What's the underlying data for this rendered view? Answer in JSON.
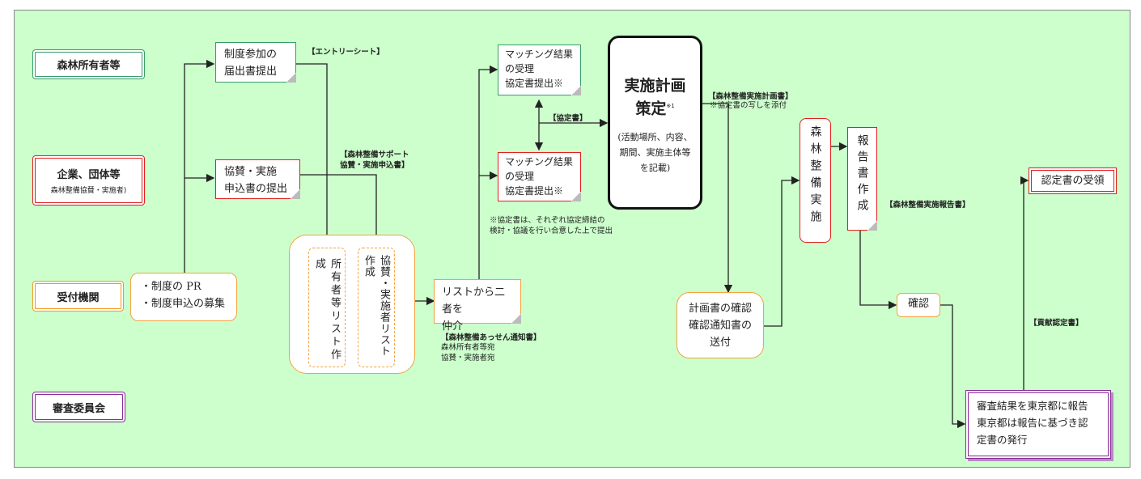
{
  "roles": {
    "forest_owners": "森林所有者等",
    "companies": "企業、団体等",
    "companies_sub": "森林整備協賛・実施者)",
    "reception": "受付機関",
    "committee": "審査委員会"
  },
  "boxes": {
    "owner_notice": [
      "制度参加の",
      "届出書提出"
    ],
    "sponsor_application": [
      "協賛・実施",
      "申込書の提出"
    ],
    "pr": [
      "・制度の PR",
      "・制度申込の募集"
    ],
    "list_owner": "所有者等リスト作成",
    "list_sponsor": "協賛・実施者リスト作成",
    "mediate": [
      "リストから二者を",
      "仲介"
    ],
    "match_upper": [
      "マッチング結果",
      "の受理",
      "協定書提出※"
    ],
    "match_lower": [
      "マッチング結果",
      "の受理",
      "協定書提出※"
    ],
    "plan_title": [
      "実施計画",
      "策定"
    ],
    "plan_title_mark": "※1",
    "plan_detail": [
      "(活動場所、内容、",
      "期間、実施主体等",
      "を記載)"
    ],
    "plan_confirm": [
      "計画書の確認",
      "確認通知書の",
      "送付"
    ],
    "forest_work": "森林整備実施",
    "report": "報告書作成",
    "check": "確認",
    "result": [
      "審査結果を東京都に報告",
      "東京都は報告に基づき認",
      "定書の発行"
    ],
    "receive_cert": "認定書の受領"
  },
  "labels": {
    "entry_sheet": "【エントリーシート】",
    "support_apply": [
      "【森林整備サポート",
      "協賛・実施申込書】"
    ],
    "agreement": "【協定書】",
    "plan_doc": "【森林整備実施計画書】",
    "plan_doc_note": "※協定書の写しを添付",
    "mediation_notice": "【森林整備あっせん通知書】",
    "mediation_to": [
      "森林所有者等宛",
      "協賛・実施者宛"
    ],
    "report_doc": "【森林整備実施報告書】",
    "contribution_cert": "【貢献認定書】",
    "agreement_note": [
      "※協定書は、それぞれ協定締結の",
      "検討・協議を行い合意した上で提出"
    ]
  }
}
